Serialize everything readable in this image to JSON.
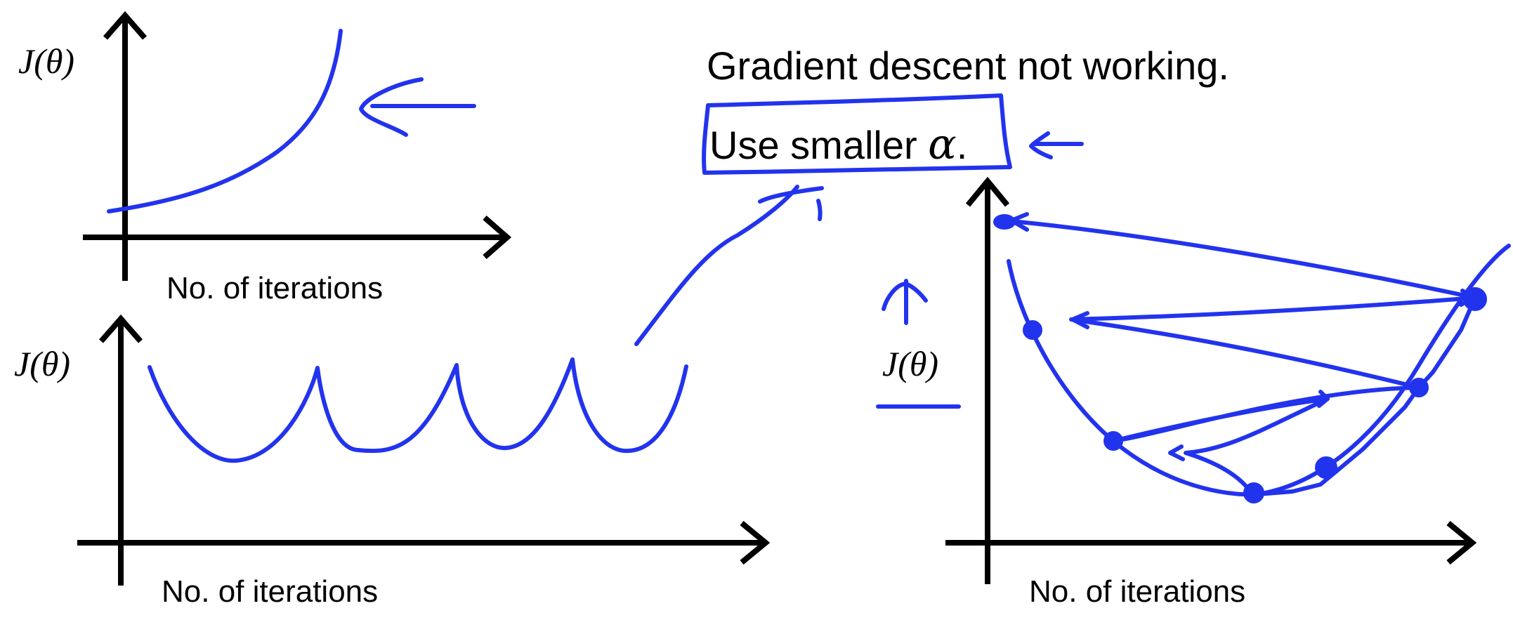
{
  "panel_top_left": {
    "ylabel": "J(θ)",
    "xlabel": "No. of iterations"
  },
  "panel_bottom_left": {
    "ylabel": "J(θ)",
    "xlabel": "No. of iterations"
  },
  "panel_right": {
    "ylabel": "J(θ)",
    "xlabel": "No. of iterations"
  },
  "message": {
    "line1": "Gradient descent not working.",
    "line2_prefix": "Use smaller ",
    "line2_symbol": "α",
    "line2_suffix": "."
  },
  "colors": {
    "ink": "#2233ee",
    "axes": "#000000",
    "background": "#ffffff"
  }
}
